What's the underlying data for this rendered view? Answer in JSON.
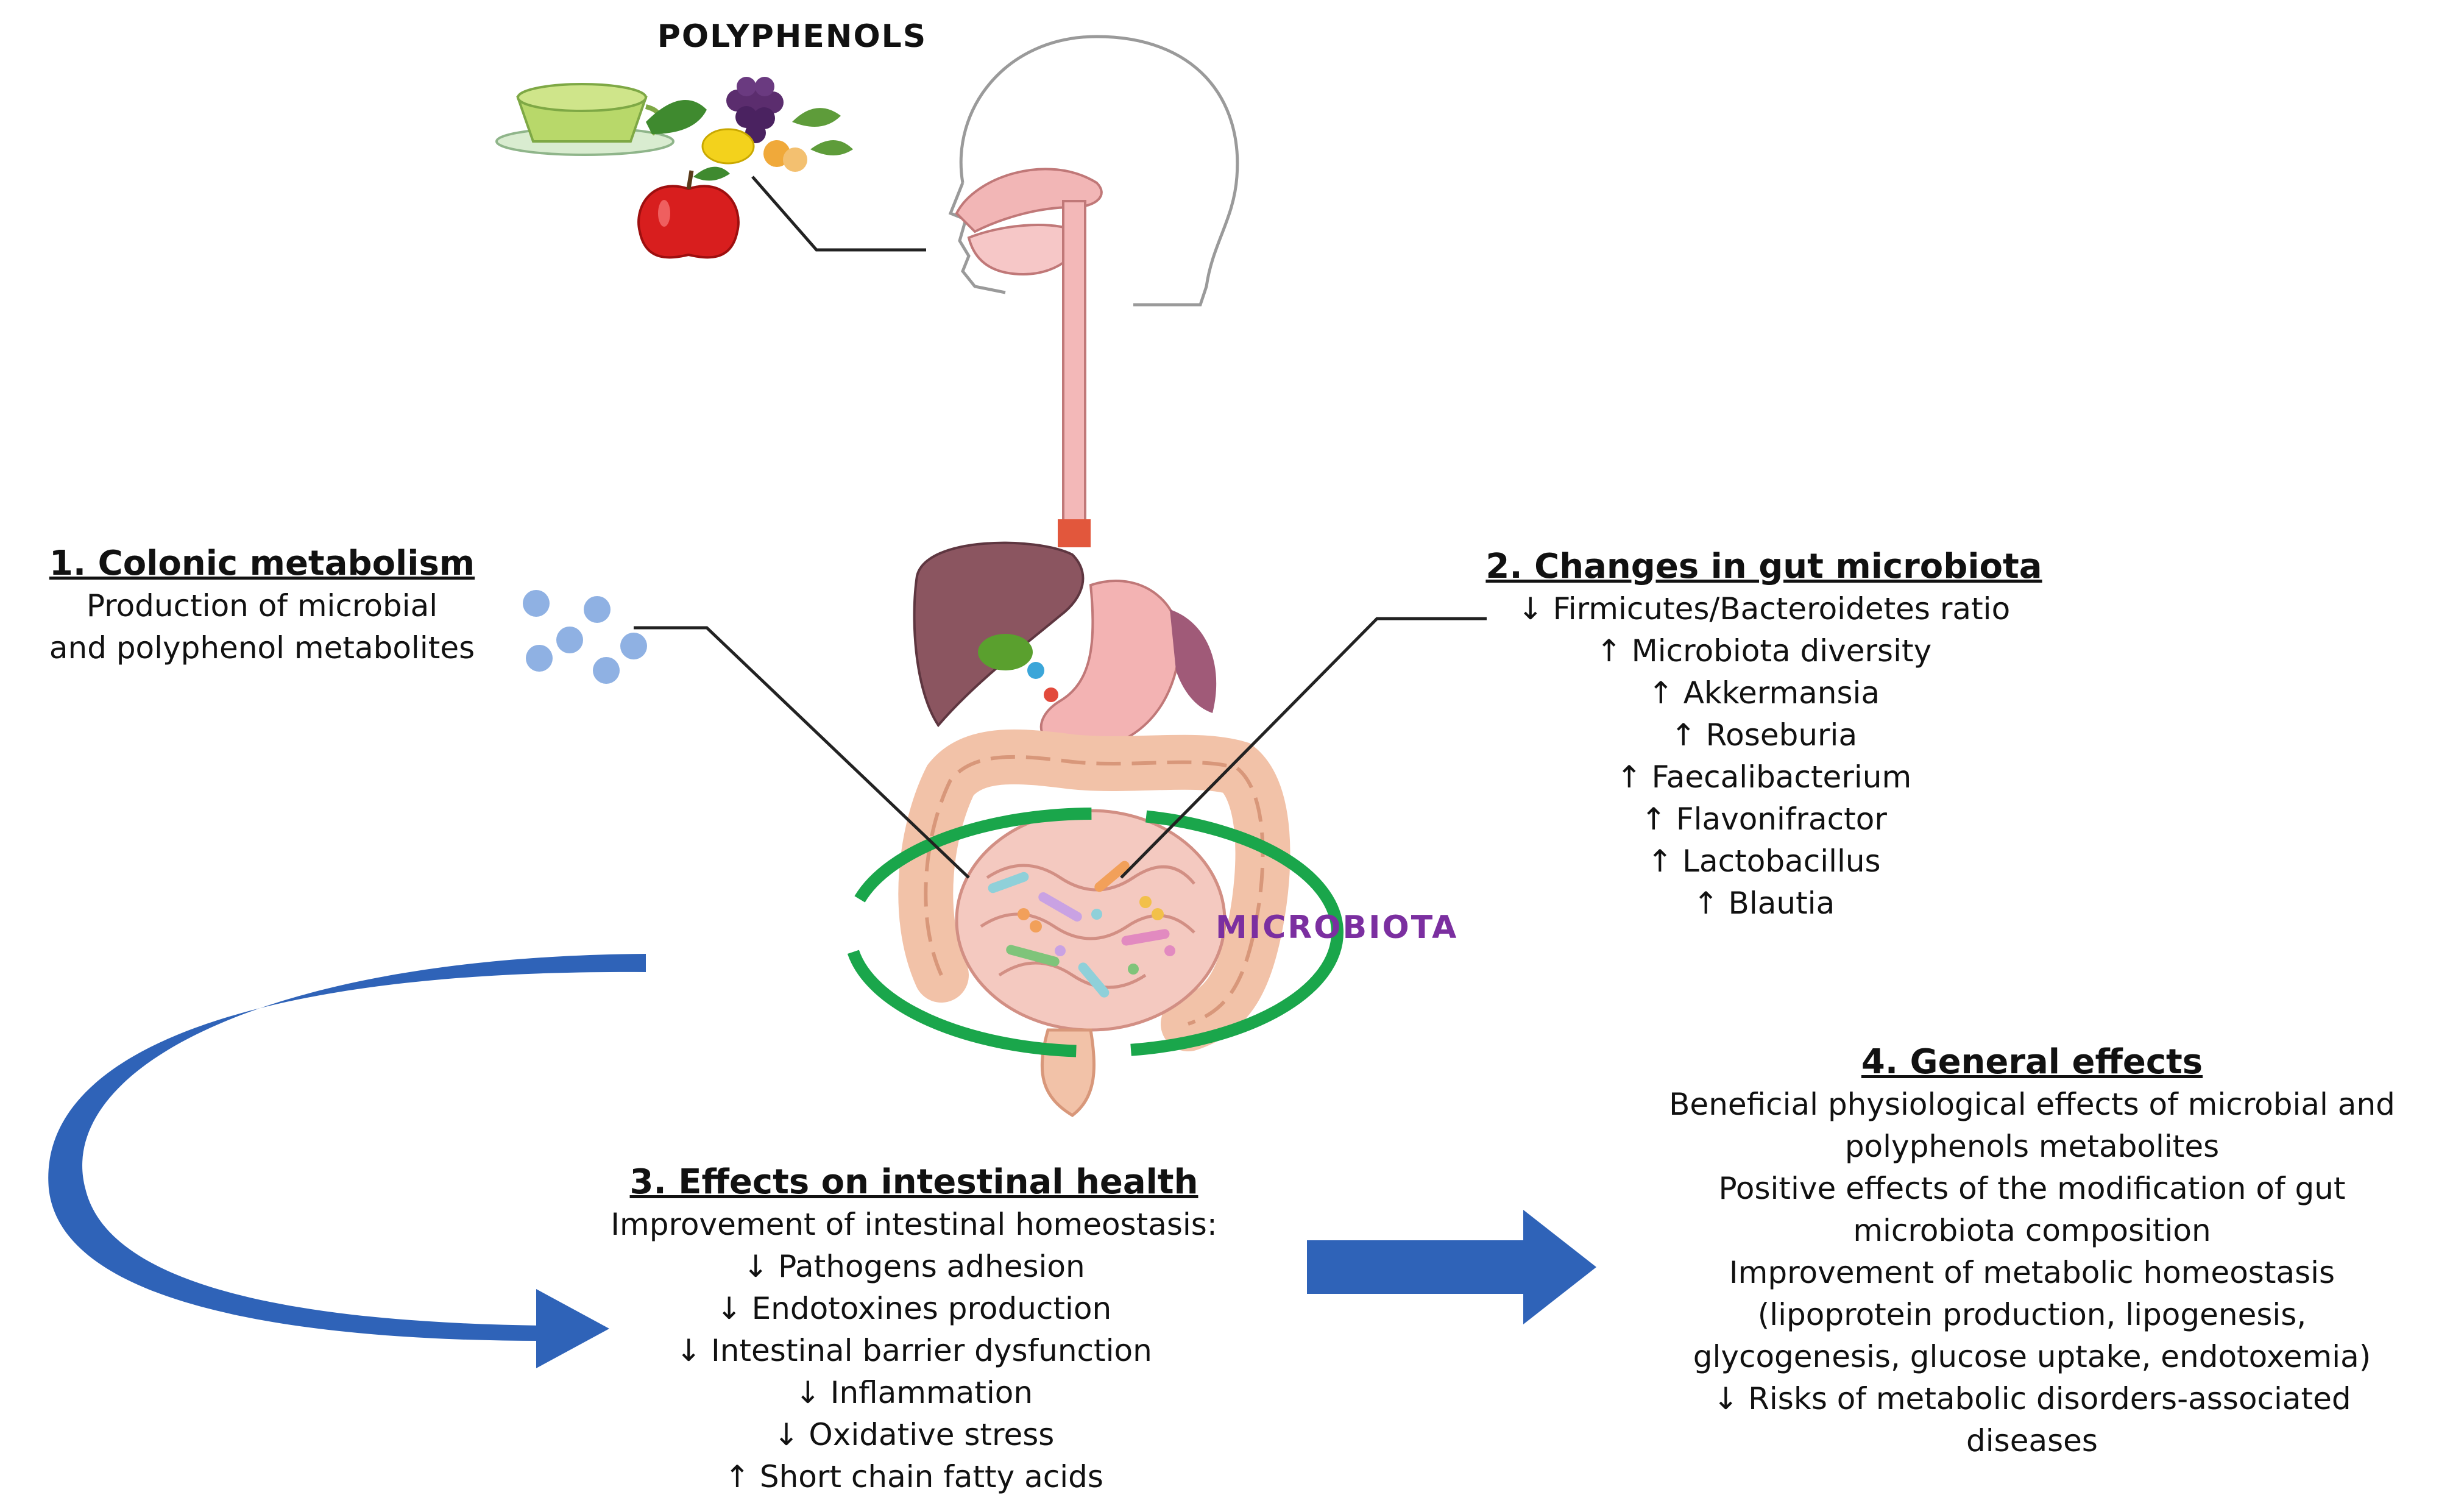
{
  "title": "POLYPHENOLS",
  "microbiota_label": "MICROBIOTA",
  "colors": {
    "microbiota_label": "#7b2fa0",
    "ring": "#1aa64b",
    "arrow": "#2f63b8",
    "metabolite_dots": "#8fb1e3"
  },
  "icons": [
    "tea-cup-icon",
    "grapes-icon",
    "lemon-icon",
    "apple-icon",
    "head-silhouette-icon",
    "digestive-tract-icon",
    "bacteria-icon"
  ],
  "sections": {
    "colonic": {
      "heading": "1. Colonic metabolism",
      "lines": [
        "Production of microbial",
        "and polyphenol metabolites"
      ]
    },
    "microbiota_changes": {
      "heading": "2. Changes in gut microbiota",
      "lines": [
        "↓ Firmicutes/Bacteroidetes ratio",
        "↑ Microbiota diversity",
        "↑ Akkermansia",
        "↑ Roseburia",
        "↑ Faecalibacterium",
        "↑ Flavonifractor",
        "↑ Lactobacillus",
        "↑ Blautia"
      ]
    },
    "intestinal": {
      "heading": "3. Effects on intestinal health",
      "lines": [
        "Improvement of intestinal homeostasis:",
        "↓ Pathogens adhesion",
        "↓ Endotoxines production",
        "↓ Intestinal barrier dysfunction",
        "↓ Inflammation",
        "↓ Oxidative stress",
        "↑ Short chain fatty acids"
      ]
    },
    "general": {
      "heading": "4. General effects",
      "lines": [
        "Beneficial physiological effects of microbial and",
        "polyphenols metabolites",
        "Positive effects of the modification of gut",
        "microbiota composition",
        "Improvement of metabolic homeostasis",
        "(lipoprotein production, lipogenesis,",
        "glycogenesis, glucose uptake, endotoxemia)",
        "↓ Risks of metabolic disorders-associated",
        "diseases"
      ]
    }
  }
}
